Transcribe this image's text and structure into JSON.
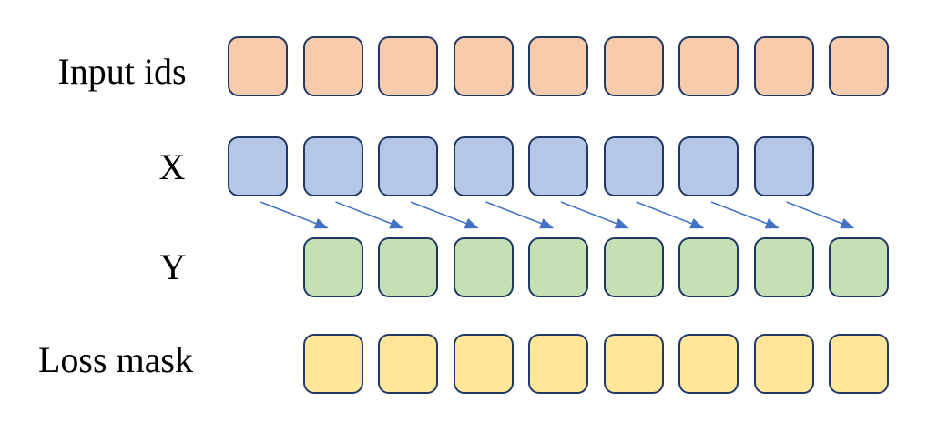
{
  "background_color": "#FFFFFF",
  "diagram": {
    "rows": [
      {
        "id": "input-ids",
        "label": "Input ids",
        "count": 9,
        "offset": 0,
        "fill": "#F8CBAD",
        "stroke": "#1F3864"
      },
      {
        "id": "x",
        "label": "X",
        "count": 8,
        "offset": 0,
        "fill": "#B4C7E7",
        "stroke": "#1F3864"
      },
      {
        "id": "y",
        "label": "Y",
        "count": 8,
        "offset": 1,
        "fill": "#C5E0B4",
        "stroke": "#1F3864"
      },
      {
        "id": "loss-mask",
        "label": "Loss mask",
        "count": 8,
        "offset": 1,
        "fill": "#FFE699",
        "stroke": "#1F3864"
      }
    ],
    "arrows": {
      "count": 8,
      "color": "#4472C4",
      "from_row": "x",
      "to_row": "y"
    }
  }
}
